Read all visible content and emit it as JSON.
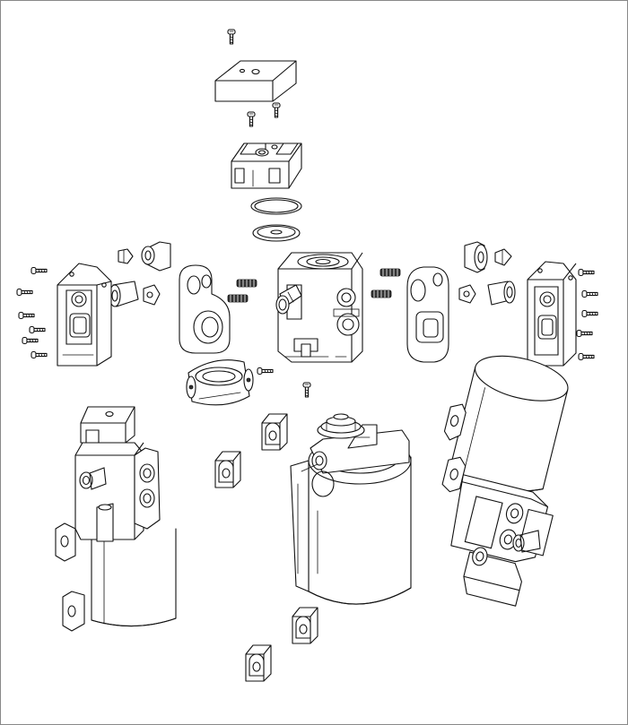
{
  "diagram": {
    "kind": "exploded-assembly-line-drawing",
    "stroke_color": "#111111",
    "fill_color": "#ffffff",
    "frame_color": "#888888",
    "parts": [
      "top-cover",
      "top-cover-screw",
      "valve-block",
      "o-ring",
      "diaphragm-washer",
      "pump-housing",
      "left-end-plate",
      "right-end-plate",
      "left-valve-plate",
      "right-valve-plate",
      "left-fitting",
      "right-fitting",
      "springs",
      "piston-cage",
      "motor-center",
      "motor-left-assembled",
      "motor-right-assembled",
      "rubber-mounts",
      "screws"
    ]
  }
}
